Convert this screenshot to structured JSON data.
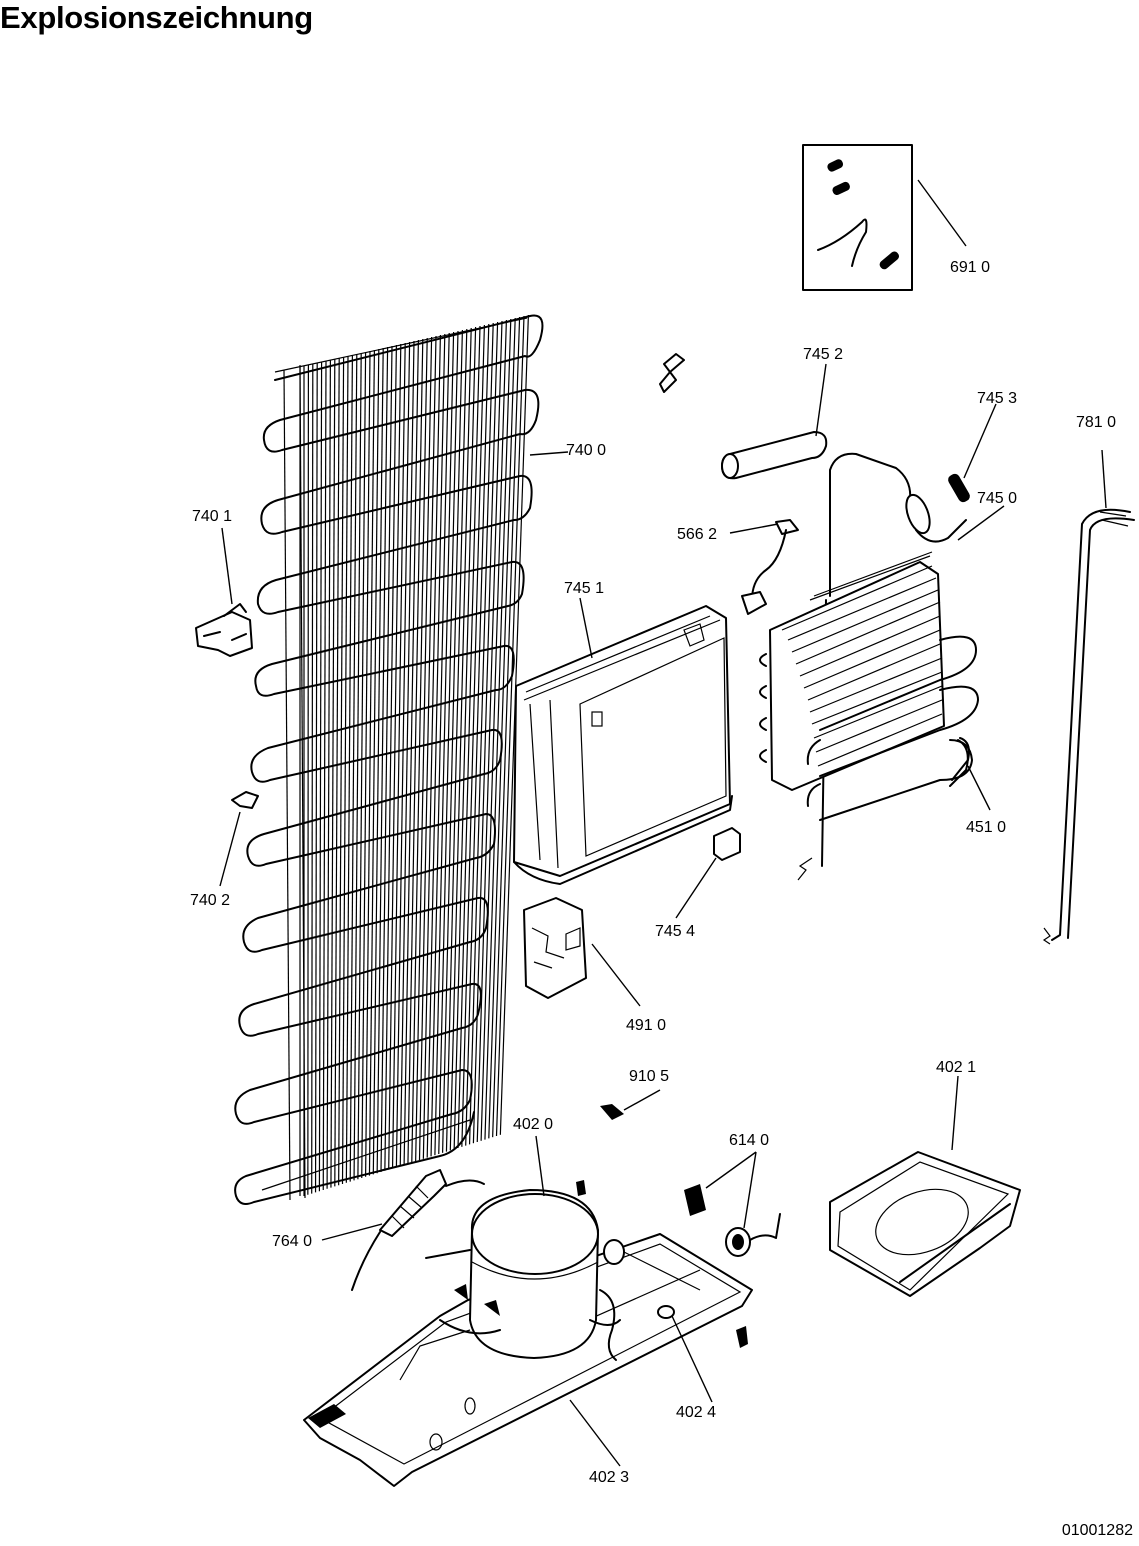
{
  "title": "Explosionszeichnung",
  "document_id": "01001282",
  "parts": [
    {
      "id": "691_0",
      "label": "691 0",
      "icon": "spare-parts-kit-icon"
    },
    {
      "id": "745_2",
      "label": "745 2",
      "icon": "insulation-tube-icon"
    },
    {
      "id": "745_3",
      "label": "745  3",
      "icon": "filter-icon"
    },
    {
      "id": "781_0",
      "label": "781  0",
      "icon": "capillary-pipe-icon"
    },
    {
      "id": "740_0",
      "label": "740 0",
      "icon": "condenser-coil-icon"
    },
    {
      "id": "740_1",
      "label": "740 1",
      "icon": "bracket-clip-icon"
    },
    {
      "id": "566_2",
      "label": "566  2",
      "icon": "sensor-cable-icon"
    },
    {
      "id": "745_0",
      "label": "745 0",
      "icon": "evaporator-icon"
    },
    {
      "id": "745_1",
      "label": "745 1",
      "icon": "evaporator-cover-icon"
    },
    {
      "id": "451_0",
      "label": "451 0",
      "icon": "drain-pipe-icon"
    },
    {
      "id": "740_2",
      "label": "740 2",
      "icon": "wire-clip-icon"
    },
    {
      "id": "745_4",
      "label": "745 4",
      "icon": "holder-icon"
    },
    {
      "id": "491_0",
      "label": "491  0",
      "icon": "insulation-block-icon"
    },
    {
      "id": "910_5",
      "label": "910 5",
      "icon": "screw-icon"
    },
    {
      "id": "402_1",
      "label": "402  1",
      "icon": "drip-tray-icon"
    },
    {
      "id": "402_0",
      "label": "402 0",
      "icon": "compressor-icon"
    },
    {
      "id": "614_0",
      "label": "614  0",
      "icon": "relay-icon"
    },
    {
      "id": "764_0",
      "label": "764 0",
      "icon": "dryer-filter-icon"
    },
    {
      "id": "402_4",
      "label": "402  4",
      "icon": "rubber-grommet-icon"
    },
    {
      "id": "402_3",
      "label": "402 3",
      "icon": "base-plate-icon"
    }
  ]
}
